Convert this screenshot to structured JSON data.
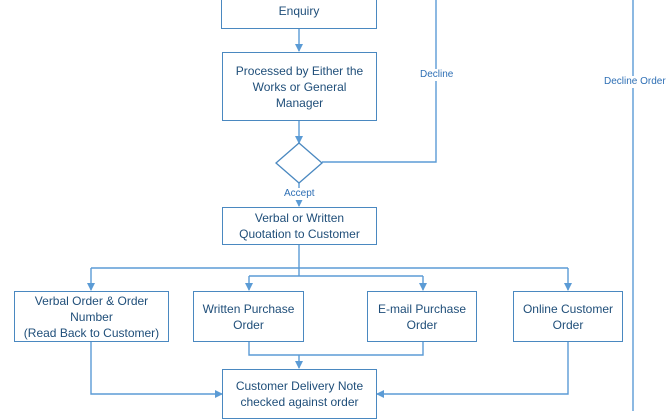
{
  "colors": {
    "line": "#5b9bd5",
    "box_border": "#4a88c0",
    "text": "#1f4e79",
    "label": "#2e6fb5"
  },
  "nodes": {
    "enquiry": "Enquiry",
    "processed": "Processed by Either the\nWorks or General\nManager",
    "decision": "",
    "quotation": "Verbal or Written\nQuotation to Customer",
    "verbal_order": "Verbal Order & Order\nNumber\n(Read Back to Customer)",
    "written_po": "Written Purchase\nOrder",
    "email_po": "E-mail Purchase\nOrder",
    "online_order": "Online Customer\nOrder",
    "delivery_note": "Customer Delivery Note\nchecked against order"
  },
  "edge_labels": {
    "decline": "Decline",
    "accept": "Accept",
    "decline_order": "Decline Order"
  }
}
